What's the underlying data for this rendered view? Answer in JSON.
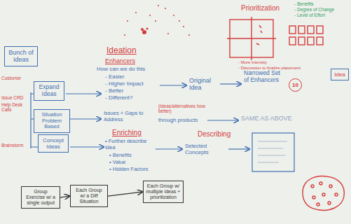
{
  "diagram": {
    "nodes": [
      {
        "text": [
          "Bunch of Ideas"
        ]
      },
      {
        "text": [
          "Expand Ideas"
        ]
      },
      {
        "text": [
          "10"
        ]
      },
      {
        "text": [
          "Idea"
        ]
      },
      {
        "text": [
          "Situation Problem Based"
        ]
      },
      {
        "text": [
          "Concept Ideas"
        ]
      },
      {
        "text": [
          "Group Exercise w/ a single output"
        ]
      },
      {
        "text": [
          "Each Group w/ a Diff Situation"
        ]
      },
      {
        "text": [
          "Each Group w/ multiple ideas + prioritization"
        ]
      }
    ],
    "edges": [
      {
        "from": 6,
        "to": 7,
        "arrow": "to"
      },
      {
        "from": 7,
        "to": 8,
        "arrow": "to"
      }
    ],
    "labels": [
      "Customer",
      "Issue CRD",
      "Help Desk Calls",
      "Brainstorm",
      "Ideation",
      "Enhancers",
      "How can we do this",
      "- Easier",
      "- Higher Impact",
      "- Better",
      "- Different?",
      "Original Idea",
      "Narrowed Set of Enhancers",
      "Issues + Gaps to Address",
      "(Ideas/alternatives how better)",
      "through products",
      "SAME AS ABOVE",
      "Enriching",
      "• Further describe Idea",
      "• Benefits",
      "• Value",
      "• Hidden Factors",
      "Describing",
      "Selected Concepts",
      "Prioritization",
      "- More intensity",
      "- Discussion to finalize placement",
      "- Benefits",
      "- Degree of Change",
      "- Level of Effort"
    ]
  }
}
